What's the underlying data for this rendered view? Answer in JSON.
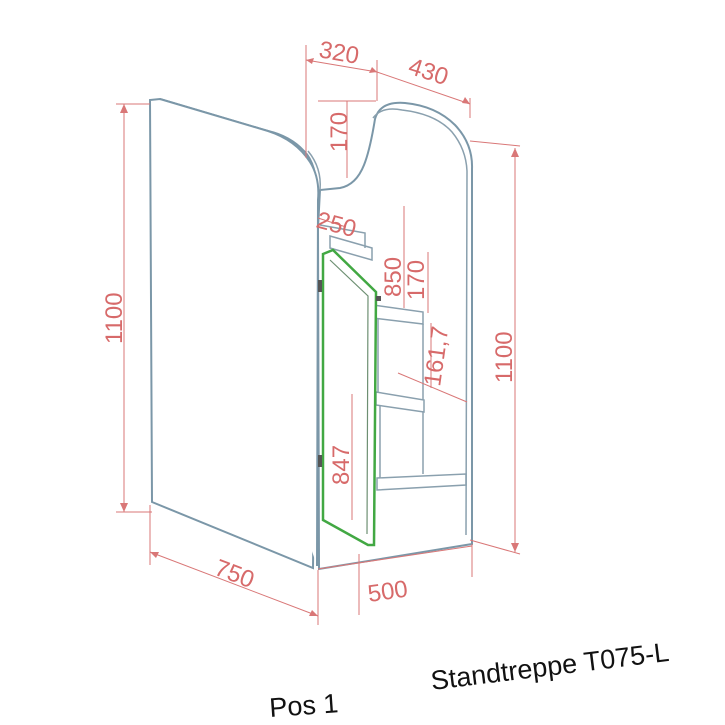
{
  "drawing": {
    "title": "Standtreppe T075-L",
    "position_label": "Pos 1",
    "dimensions": {
      "top_left_width": "320",
      "top_right_width": "430",
      "cutout_depth_top": "170",
      "step_depth": "250",
      "inner_height": "850",
      "step_rise": "170",
      "step_offset": "161,7",
      "right_height": "1100",
      "left_height": "1100",
      "door_height": "847",
      "base_depth": "750",
      "base_width": "500"
    },
    "colors": {
      "dimension": "#d97777",
      "body": "#7b97a8",
      "door": "#42a843",
      "caption": "#111111"
    }
  }
}
